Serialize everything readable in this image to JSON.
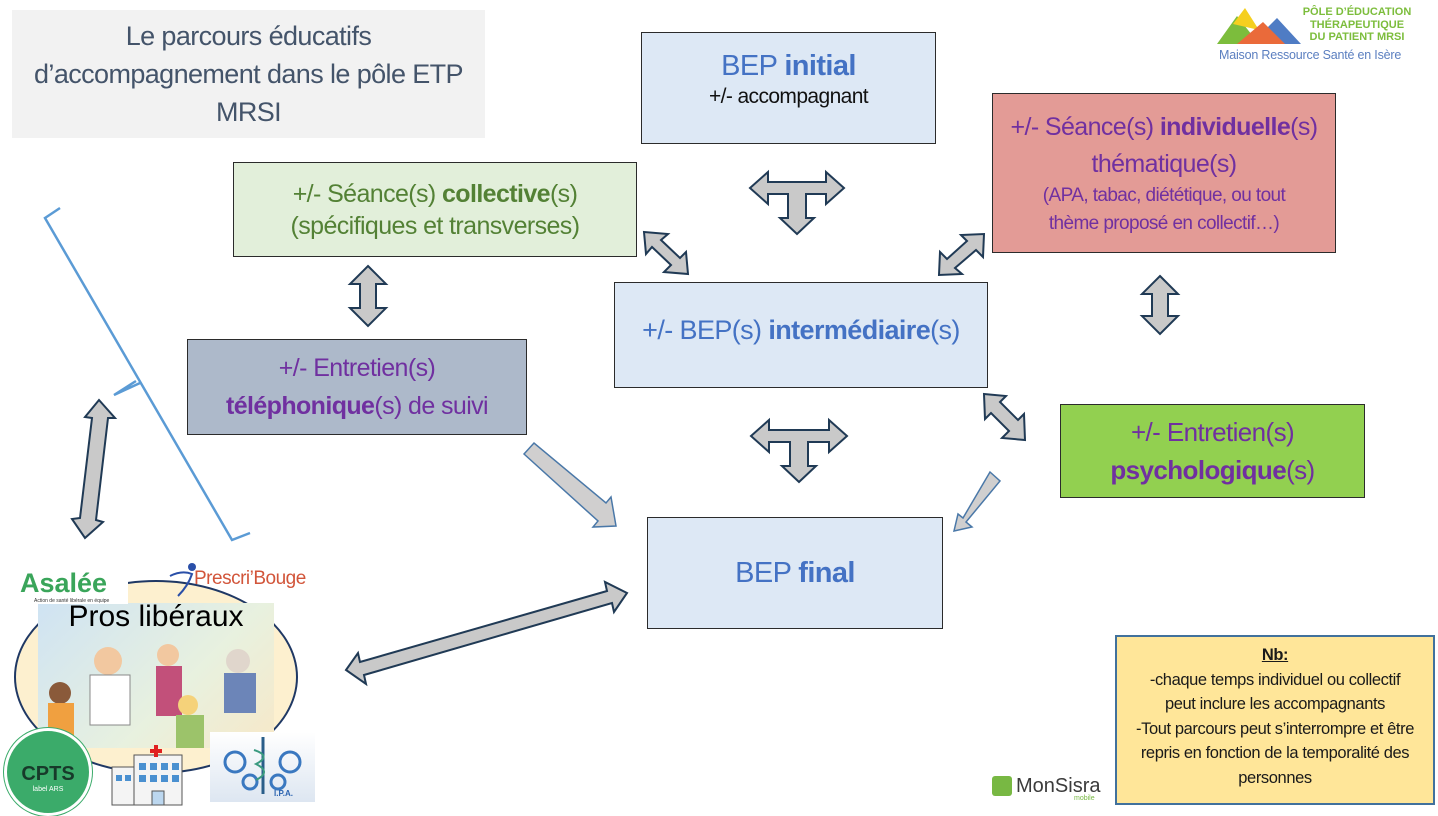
{
  "title": {
    "lines": [
      "Le parcours éducatifs",
      "d’accompagnement dans le pôle ETP",
      "MRSI"
    ]
  },
  "logo_mrsi": {
    "line1": "PÔLE D’ÉDUCATION",
    "line2": "THÉRAPEUTIQUE",
    "line3": "DU PATIENT MRSI",
    "subtitle": "Maison Ressource Santé en Isère",
    "colors": {
      "green": "#7cbd3c",
      "yellow": "#f5cf1f",
      "orange": "#ea6a3a",
      "blue": "#4f7cc4"
    }
  },
  "nodes": {
    "bep_initial": {
      "prefix": "BEP ",
      "bold": "initial",
      "subtitle": "+/- accompagnant",
      "fill": "#dde8f5",
      "text_color": "#4472c4"
    },
    "collective": {
      "prefix": "+/- Séance(s) ",
      "bold": "collective",
      "suffix": "(s)",
      "line2": "(spécifiques et transverses)",
      "fill": "#e2efda",
      "text_color": "#538135"
    },
    "individuelle": {
      "prefix": "+/- Séance(s) ",
      "bold": "individuelle",
      "suffix": "(s)",
      "line2": "thématique(s)",
      "line3": "(APA, tabac, diététique, ou tout",
      "line4": "thème proposé en collectif…)",
      "fill": "#e39b96",
      "text_color": "#7030a0"
    },
    "intermediaire": {
      "prefix": "+/- BEP(s) ",
      "bold": "intermédiaire",
      "suffix": "(s)",
      "fill": "#dde8f5",
      "text_color": "#4472c4"
    },
    "telephonique": {
      "line1": "+/- Entretien(s)",
      "bold": "téléphonique",
      "suffix": "(s) de suivi",
      "fill": "#adb9ca",
      "text_color": "#7030a0"
    },
    "psychologique": {
      "line1": "+/- Entretien(s)",
      "bold": "psychologique",
      "suffix": "(s)",
      "fill": "#92d050",
      "text_color": "#7030a0"
    },
    "bep_final": {
      "prefix": "BEP ",
      "bold": "final",
      "fill": "#dde8f5",
      "text_color": "#4472c4"
    }
  },
  "note": {
    "heading": "Nb:",
    "lines": [
      "-chaque temps individuel ou collectif",
      "peut inclure les accompagnants",
      "-Tout parcours peut s’interrompre et être",
      "repris en fonction de la temporalité des",
      "personnes"
    ]
  },
  "partners": {
    "title": "Pros libéraux",
    "asalee": "Asalée",
    "asalee_tagline": "Action de santé libérale en équipe",
    "prescri_bouge": "Prescri’Bouge",
    "cpts": "CPTS",
    "cpts_label": "label ARS",
    "ipa": "I.P.A."
  },
  "monsisra": {
    "name": "MonSisra",
    "tag": "mobile"
  },
  "arrow_colors": {
    "fill": "#c9c9c9",
    "stroke_dark": "#203a55",
    "stroke_light": "#4a78a8",
    "bracket": "#5b9bd5"
  }
}
